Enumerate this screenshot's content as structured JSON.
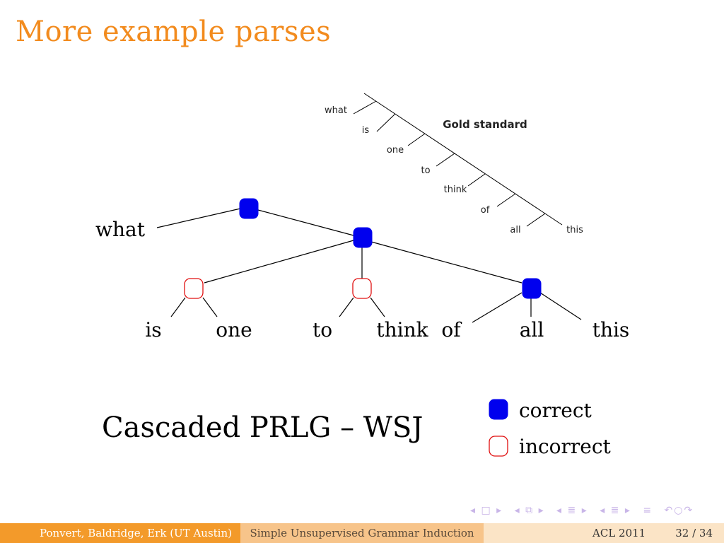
{
  "slide": {
    "title": "More example parses"
  },
  "gold_tree": {
    "label": "Gold standard",
    "words": [
      "what",
      "is",
      "one",
      "to",
      "think",
      "of",
      "all",
      "this"
    ]
  },
  "main_tree": {
    "words": [
      "what",
      "is",
      "one",
      "to",
      "think",
      "of",
      "all",
      "this"
    ],
    "caption": "Cascaded PRLG – WSJ",
    "nodes": [
      {
        "id": "n-root",
        "status": "correct"
      },
      {
        "id": "n-mid",
        "status": "correct"
      },
      {
        "id": "n-is-one",
        "status": "incorrect"
      },
      {
        "id": "n-to-think",
        "status": "incorrect"
      },
      {
        "id": "n-of-all-this",
        "status": "correct"
      }
    ]
  },
  "legend": {
    "correct_label": "correct",
    "incorrect_label": "incorrect",
    "correct_color": "#0000ee",
    "incorrect_color": "#e01010"
  },
  "footer": {
    "authors": "Ponvert, Baldridge, Erk  (UT Austin)",
    "talk_title": "Simple Unsupervised Grammar Induction",
    "venue": "ACL 2011",
    "page": "32 / 34"
  },
  "colors": {
    "title": "#f28b1e",
    "footer_dark": "#f39a2a",
    "footer_mid": "#f7c48a",
    "footer_light": "#fbe4c6"
  }
}
